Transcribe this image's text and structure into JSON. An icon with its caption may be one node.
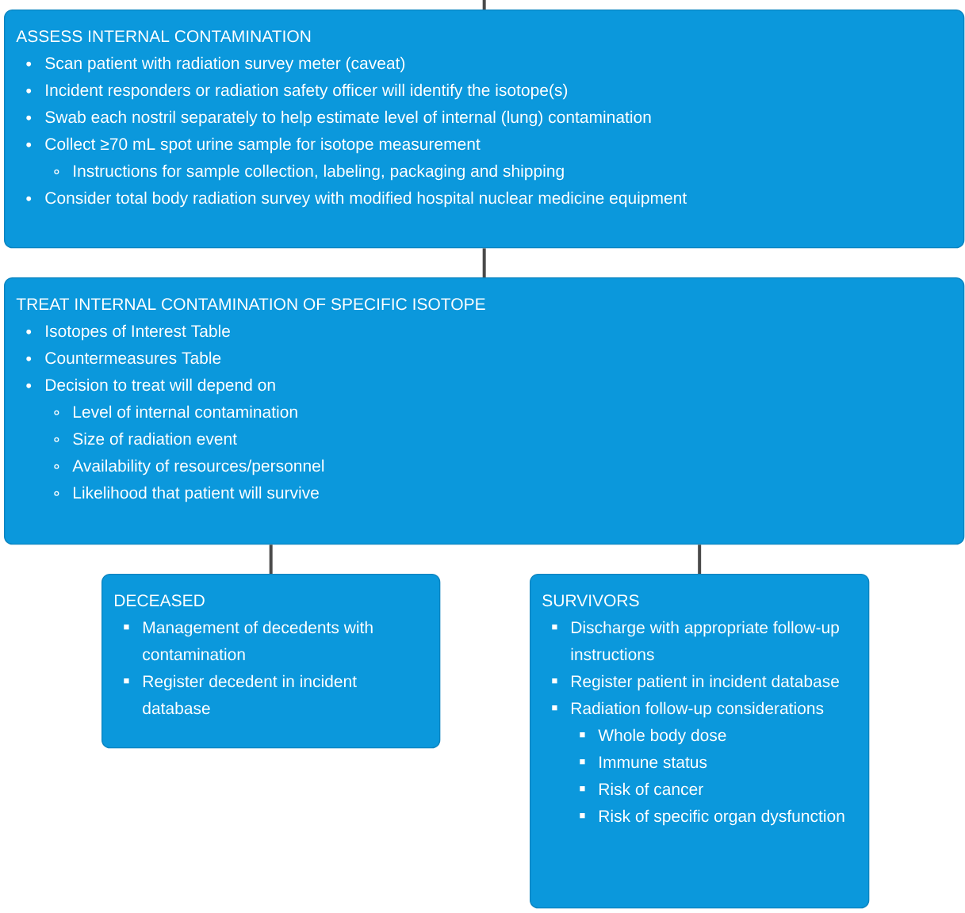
{
  "diagram": {
    "nodes": [
      {
        "text": [
          "ASSESS INTERNAL CONTAMINATION",
          "Scan patient with radiation survey meter (caveat)",
          "Incident responders or radiation safety officer will identify the isotope(s)",
          "Swab each nostril separately to help estimate level of internal (lung) contamination",
          "Collect ≥70 mL spot urine sample for isotope measurement",
          "Instructions for sample collection, labeling, packaging and shipping",
          "Consider total body radiation survey with modified hospital nuclear medicine equipment"
        ]
      },
      {
        "text": [
          "TREAT INTERNAL CONTAMINATION OF SPECIFIC ISOTOPE",
          "Isotopes of Interest Table",
          "Countermeasures Table",
          "Decision to treat will depend on",
          "Level of internal contamination",
          "Size of radiation event",
          "Availability of resources/personnel",
          "Likelihood that patient will survive"
        ]
      },
      {
        "text": [
          "DECEASED",
          "Management of decedents with contamination",
          "Register decedent in incident database"
        ]
      },
      {
        "text": [
          "SURVIVORS",
          "Discharge with appropriate follow-up instructions",
          "Register patient in incident database",
          "Radiation follow-up considerations",
          "Whole body dose",
          "Immune status",
          "Risk of cancer",
          "Risk of specific organ dysfunction"
        ]
      }
    ],
    "edges": [
      {
        "from": null,
        "to": 0,
        "arrow": "none"
      },
      {
        "from": 0,
        "to": 1,
        "arrow": "none"
      },
      {
        "from": 1,
        "to": 2,
        "arrow": "none"
      },
      {
        "from": 1,
        "to": 3,
        "arrow": "none"
      }
    ]
  }
}
